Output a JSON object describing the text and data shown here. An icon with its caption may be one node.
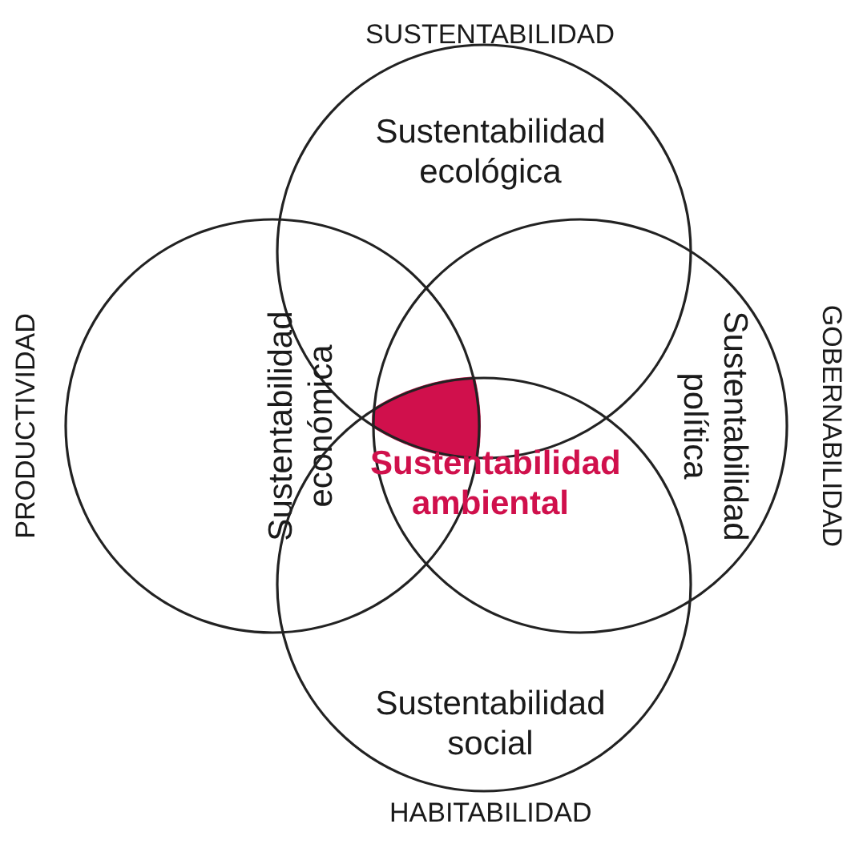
{
  "diagram": {
    "nodes": [
      {
        "text": [
          "Sustentabilidad ecológica"
        ]
      },
      {
        "text": [
          "Sustentabilidad económica"
        ]
      },
      {
        "text": [
          "Sustentabilidad política"
        ]
      },
      {
        "text": [
          "Sustentabilidad social"
        ]
      }
    ],
    "edges": [],
    "labels": [
      "SUSTENTABILIDAD",
      "PRODUCTIVIDAD",
      "GOBERNABILIDAD",
      "Sustentabilidad ambiental",
      "HABITABILIDAD"
    ]
  }
}
